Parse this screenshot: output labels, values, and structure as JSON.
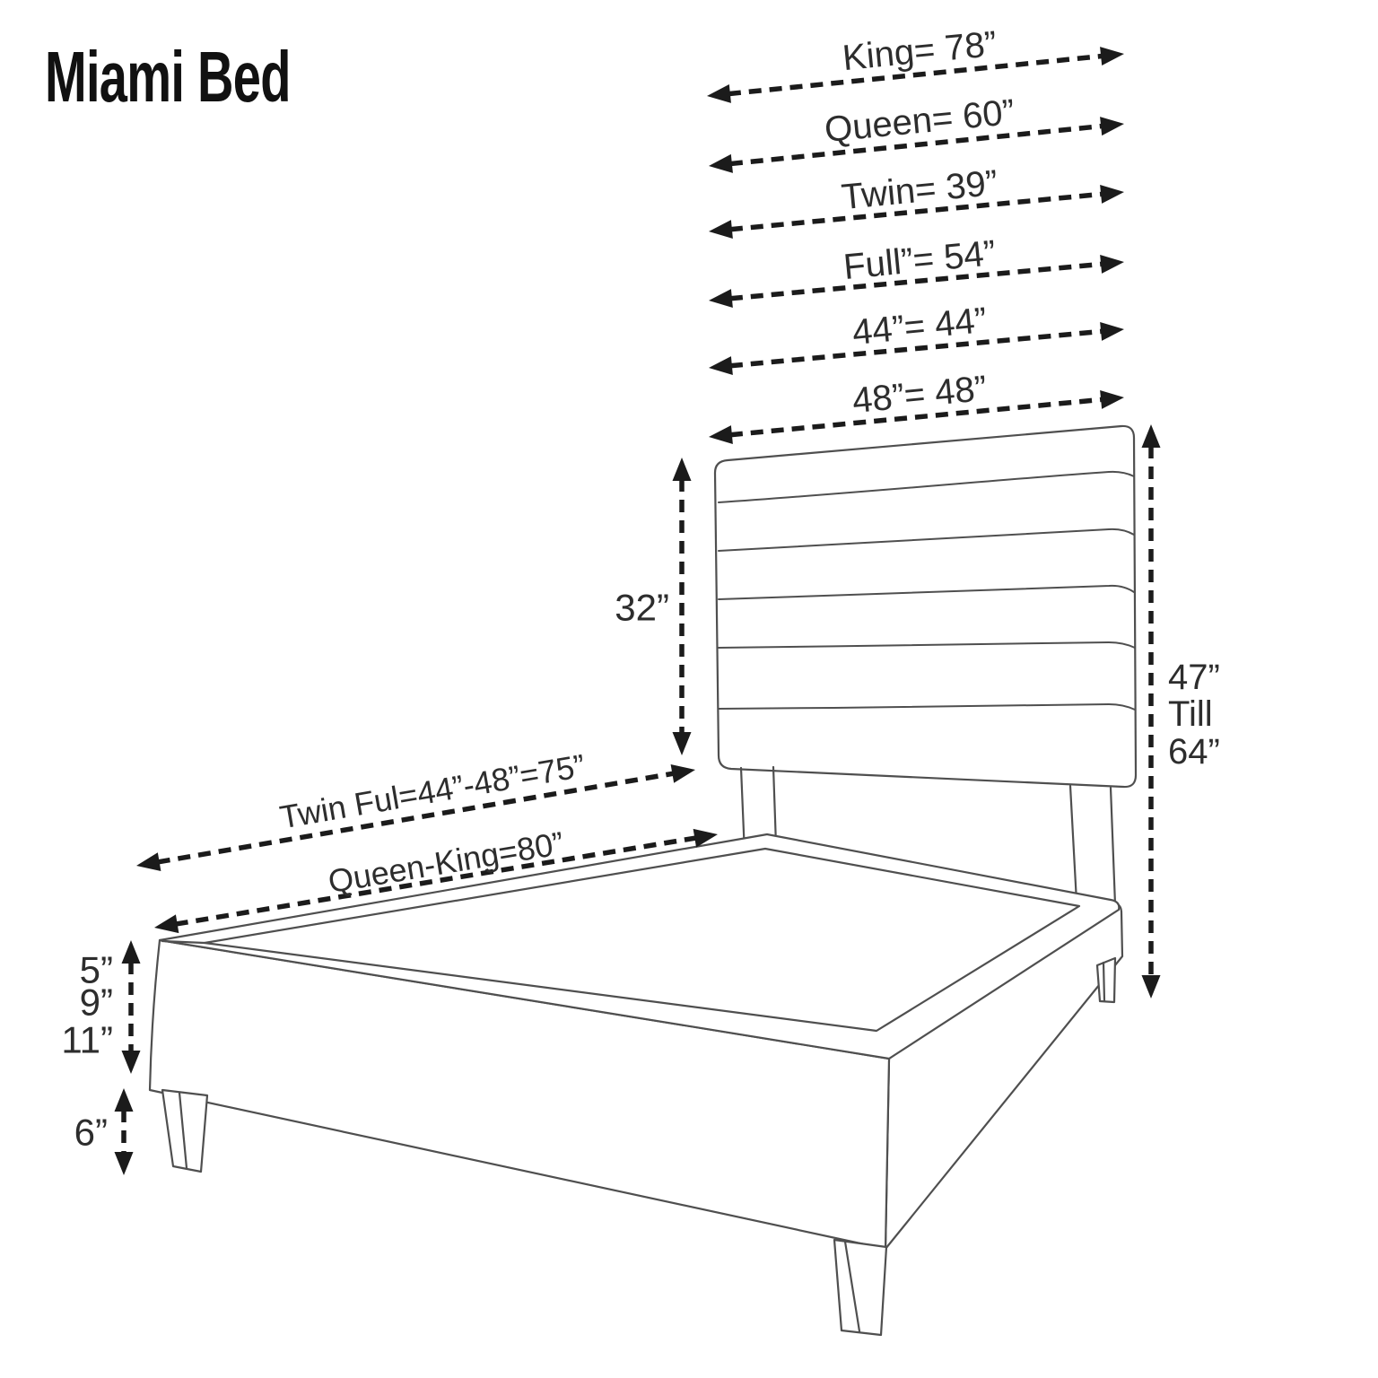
{
  "title": "Miami Bed",
  "diagram": {
    "colors": {
      "line": "#4f4f4f",
      "arrow": "#1b1b1b",
      "text": "#2d2d2d",
      "background": "#ffffff"
    },
    "width_dimensions": [
      {
        "id": "king",
        "label": "King= 78”"
      },
      {
        "id": "queen",
        "label": "Queen= 60”"
      },
      {
        "id": "twin",
        "label": "Twin= 39”"
      },
      {
        "id": "full",
        "label": "Full”= 54”"
      },
      {
        "id": "w44",
        "label": "44”= 44”"
      },
      {
        "id": "w48",
        "label": "48”= 48”"
      }
    ],
    "headboard_height_label": "32”",
    "overall_height": {
      "line1": "47”",
      "line2": "Till",
      "line3": "64”"
    },
    "length_dimensions": [
      {
        "id": "twin-full",
        "label": "Twin Ful=44”-48”=75”"
      },
      {
        "id": "queen-king",
        "label": "Queen-King=80”"
      }
    ],
    "frame_height_labels": [
      "5”",
      "9”",
      "11”"
    ],
    "leg_height_label": "6”"
  }
}
